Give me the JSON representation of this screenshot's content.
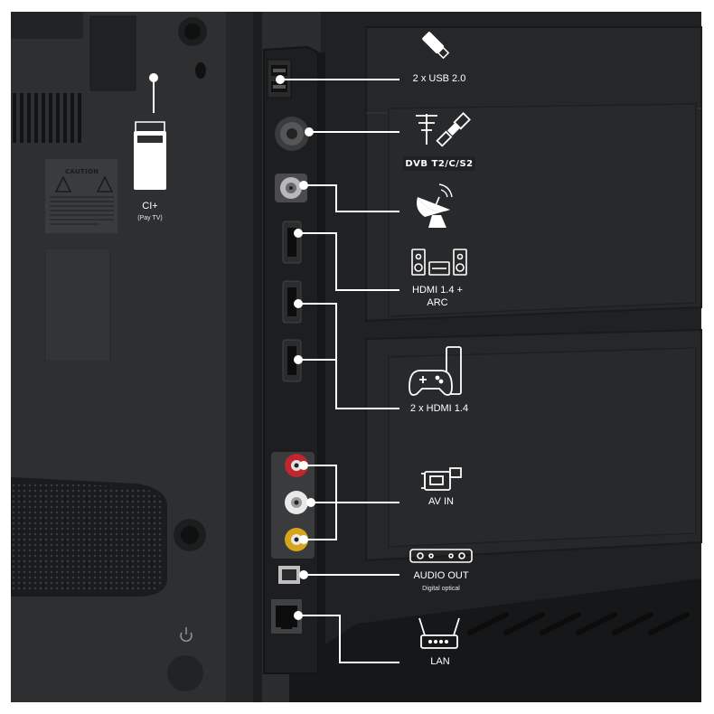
{
  "caution_sticker": {
    "heading": "CAUTION"
  },
  "ci_slot": {
    "label": "CI+",
    "sublabel": "(Pay TV)",
    "icon": "ci-card-icon"
  },
  "ports": [
    {
      "id": "usb",
      "label": "2 x USB 2.0",
      "icon": "usb-stick-icon"
    },
    {
      "id": "antenna",
      "label": "",
      "badge": "DVB T2/C/S2",
      "icons": [
        "antenna-icon",
        "coax-cable-icon"
      ]
    },
    {
      "id": "satellite",
      "label": "",
      "icon": "satellite-dish-icon"
    },
    {
      "id": "hdmi-arc",
      "label_line1": "HDMI 1.4 +",
      "label_line2": "ARC",
      "icon": "home-theater-icon"
    },
    {
      "id": "hdmi",
      "label": "2 x HDMI 1.4",
      "icon": "game-console-icon"
    },
    {
      "id": "av-in",
      "label": "AV IN",
      "icon": "camcorder-icon"
    },
    {
      "id": "audio-out",
      "label": "AUDIO OUT",
      "sublabel": "Digital optical",
      "icon": "soundbar-icon"
    },
    {
      "id": "lan",
      "label": "LAN",
      "icon": "router-icon"
    }
  ],
  "colors": {
    "background": "#ffffff",
    "tv_back": "#2a2b2d",
    "panel": "#1b1c1e",
    "line": "#ffffff",
    "rca_red": "#c0262e",
    "rca_white": "#e9e9e9",
    "rca_yellow": "#d6a51c"
  }
}
